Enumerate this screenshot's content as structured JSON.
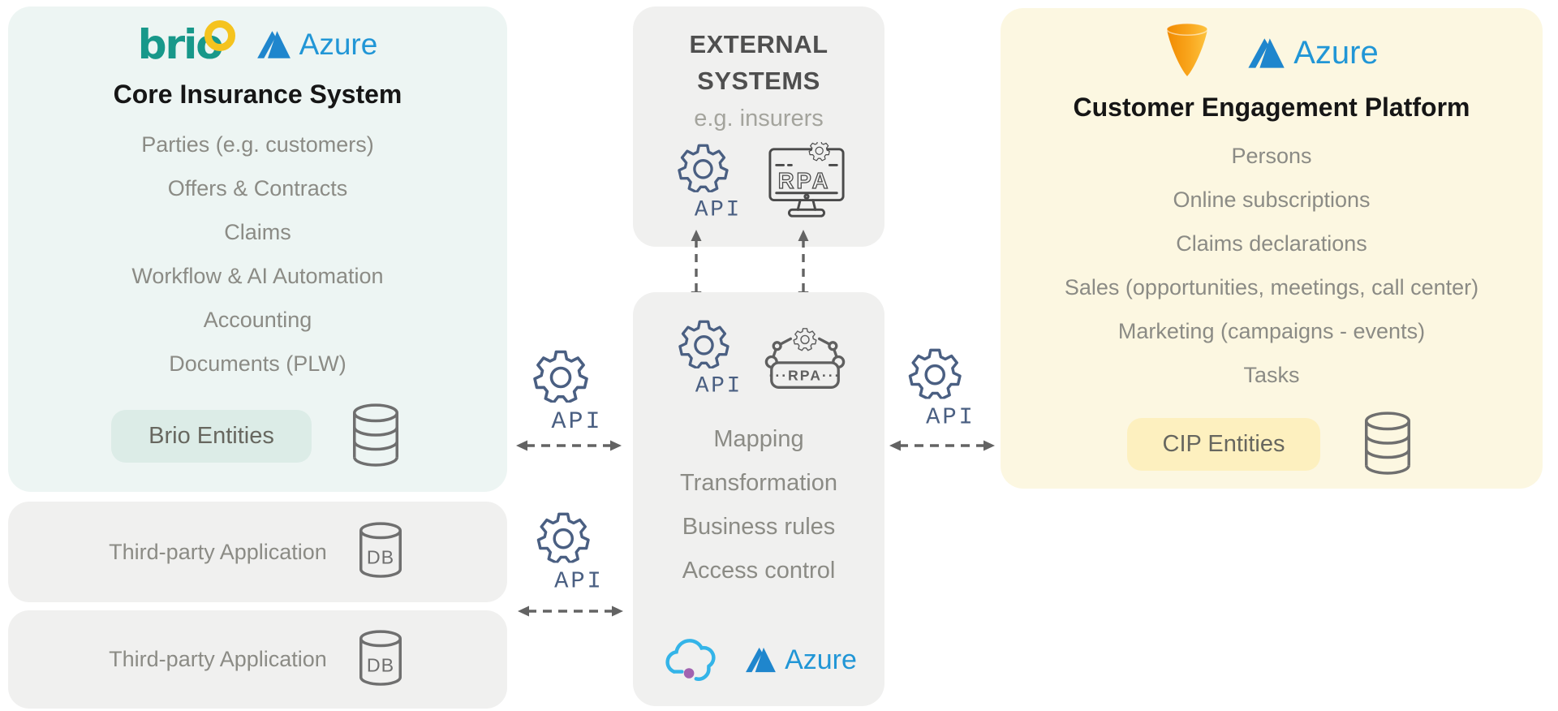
{
  "colors": {
    "core_bg": "#edf5f3",
    "core_badge": "#dcece7",
    "mid_bg": "#f0f0ef",
    "cep_bg": "#fcf7e1",
    "cep_badge": "#fdf0bf",
    "item_gray": "#8b8b85",
    "heading_dark": "#161616",
    "external_title": "#4f4f4f",
    "subtitle_gray": "#a4a49d",
    "badge_text": "#67675f",
    "api_blue": "#4a5f82",
    "icon_gray": "#6f6f6f",
    "dark_icon": "#4a4a4a",
    "mid_icon": "#5f5f5f",
    "arrow_gray": "#636363",
    "brio_teal": "#18988a",
    "brio_yellow": "#f5c31e",
    "azure_blue": "#2191d5",
    "cloud_cyan": "#34b4e8",
    "cloud_purple": "#a163b0",
    "funnel_orange": "#f49b12"
  },
  "brand": {
    "brio": "brio",
    "azure": "Azure"
  },
  "icons": {
    "api": "API",
    "rpa": "RPA",
    "rpa_dotted": "···RPA···",
    "db": "DB"
  },
  "core": {
    "title": "Core Insurance System",
    "items": [
      "Parties (e.g. customers)",
      "Offers & Contracts",
      "Claims",
      "Workflow & AI Automation",
      "Accounting",
      "Documents (PLW)"
    ],
    "badge": "Brio Entities"
  },
  "third_party": {
    "label": "Third-party Application"
  },
  "external": {
    "title_lines": [
      "EXTERNAL",
      "SYSTEMS"
    ],
    "subtitle": "e.g. insurers"
  },
  "integration": {
    "items": [
      "Mapping",
      "Transformation",
      "Business rules",
      "Access control"
    ]
  },
  "cep": {
    "title": "Customer Engagement Platform",
    "items": [
      "Persons",
      "Online subscriptions",
      "Claims declarations",
      "Sales (opportunities, meetings, call center)",
      "Marketing (campaigns - events)",
      "Tasks"
    ],
    "badge": "CIP Entities"
  }
}
